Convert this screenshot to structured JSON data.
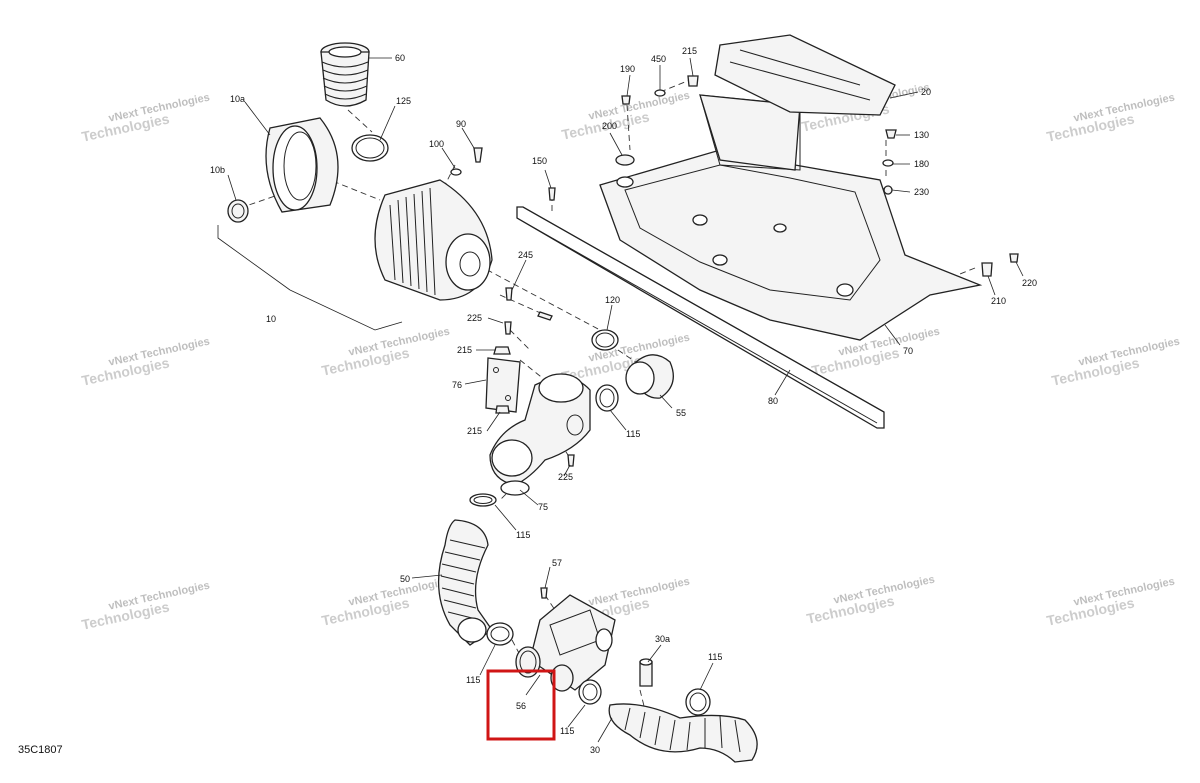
{
  "diagram": {
    "reference_code": "35C1807",
    "watermark_line1": "vNext",
    "watermark_line2": "Technologies",
    "watermark_full": "vNext Technologies",
    "highlight_color": "#d01515",
    "highlighted_part": "56",
    "callouts": {
      "p60": "60",
      "p10a": "10a",
      "p125": "125",
      "p10b": "10b",
      "p90": "90",
      "p100": "100",
      "p10": "10",
      "p150": "150",
      "p245": "245",
      "p225a": "225",
      "p215a": "215",
      "p120": "120",
      "p76": "76",
      "p215b": "215",
      "p55": "55",
      "p115a": "115",
      "p225b": "225",
      "p75": "75",
      "p115b": "115",
      "p57": "57",
      "p50": "50",
      "p115c": "115",
      "p56": "56",
      "p115d": "115",
      "p30": "30",
      "p30a": "30a",
      "p115e": "115",
      "p190": "190",
      "p450": "450",
      "p215c": "215",
      "p20": "20",
      "p200": "200",
      "p130": "130",
      "p180": "180",
      "p230": "230",
      "p220": "220",
      "p210": "210",
      "p70": "70",
      "p80": "80"
    }
  }
}
